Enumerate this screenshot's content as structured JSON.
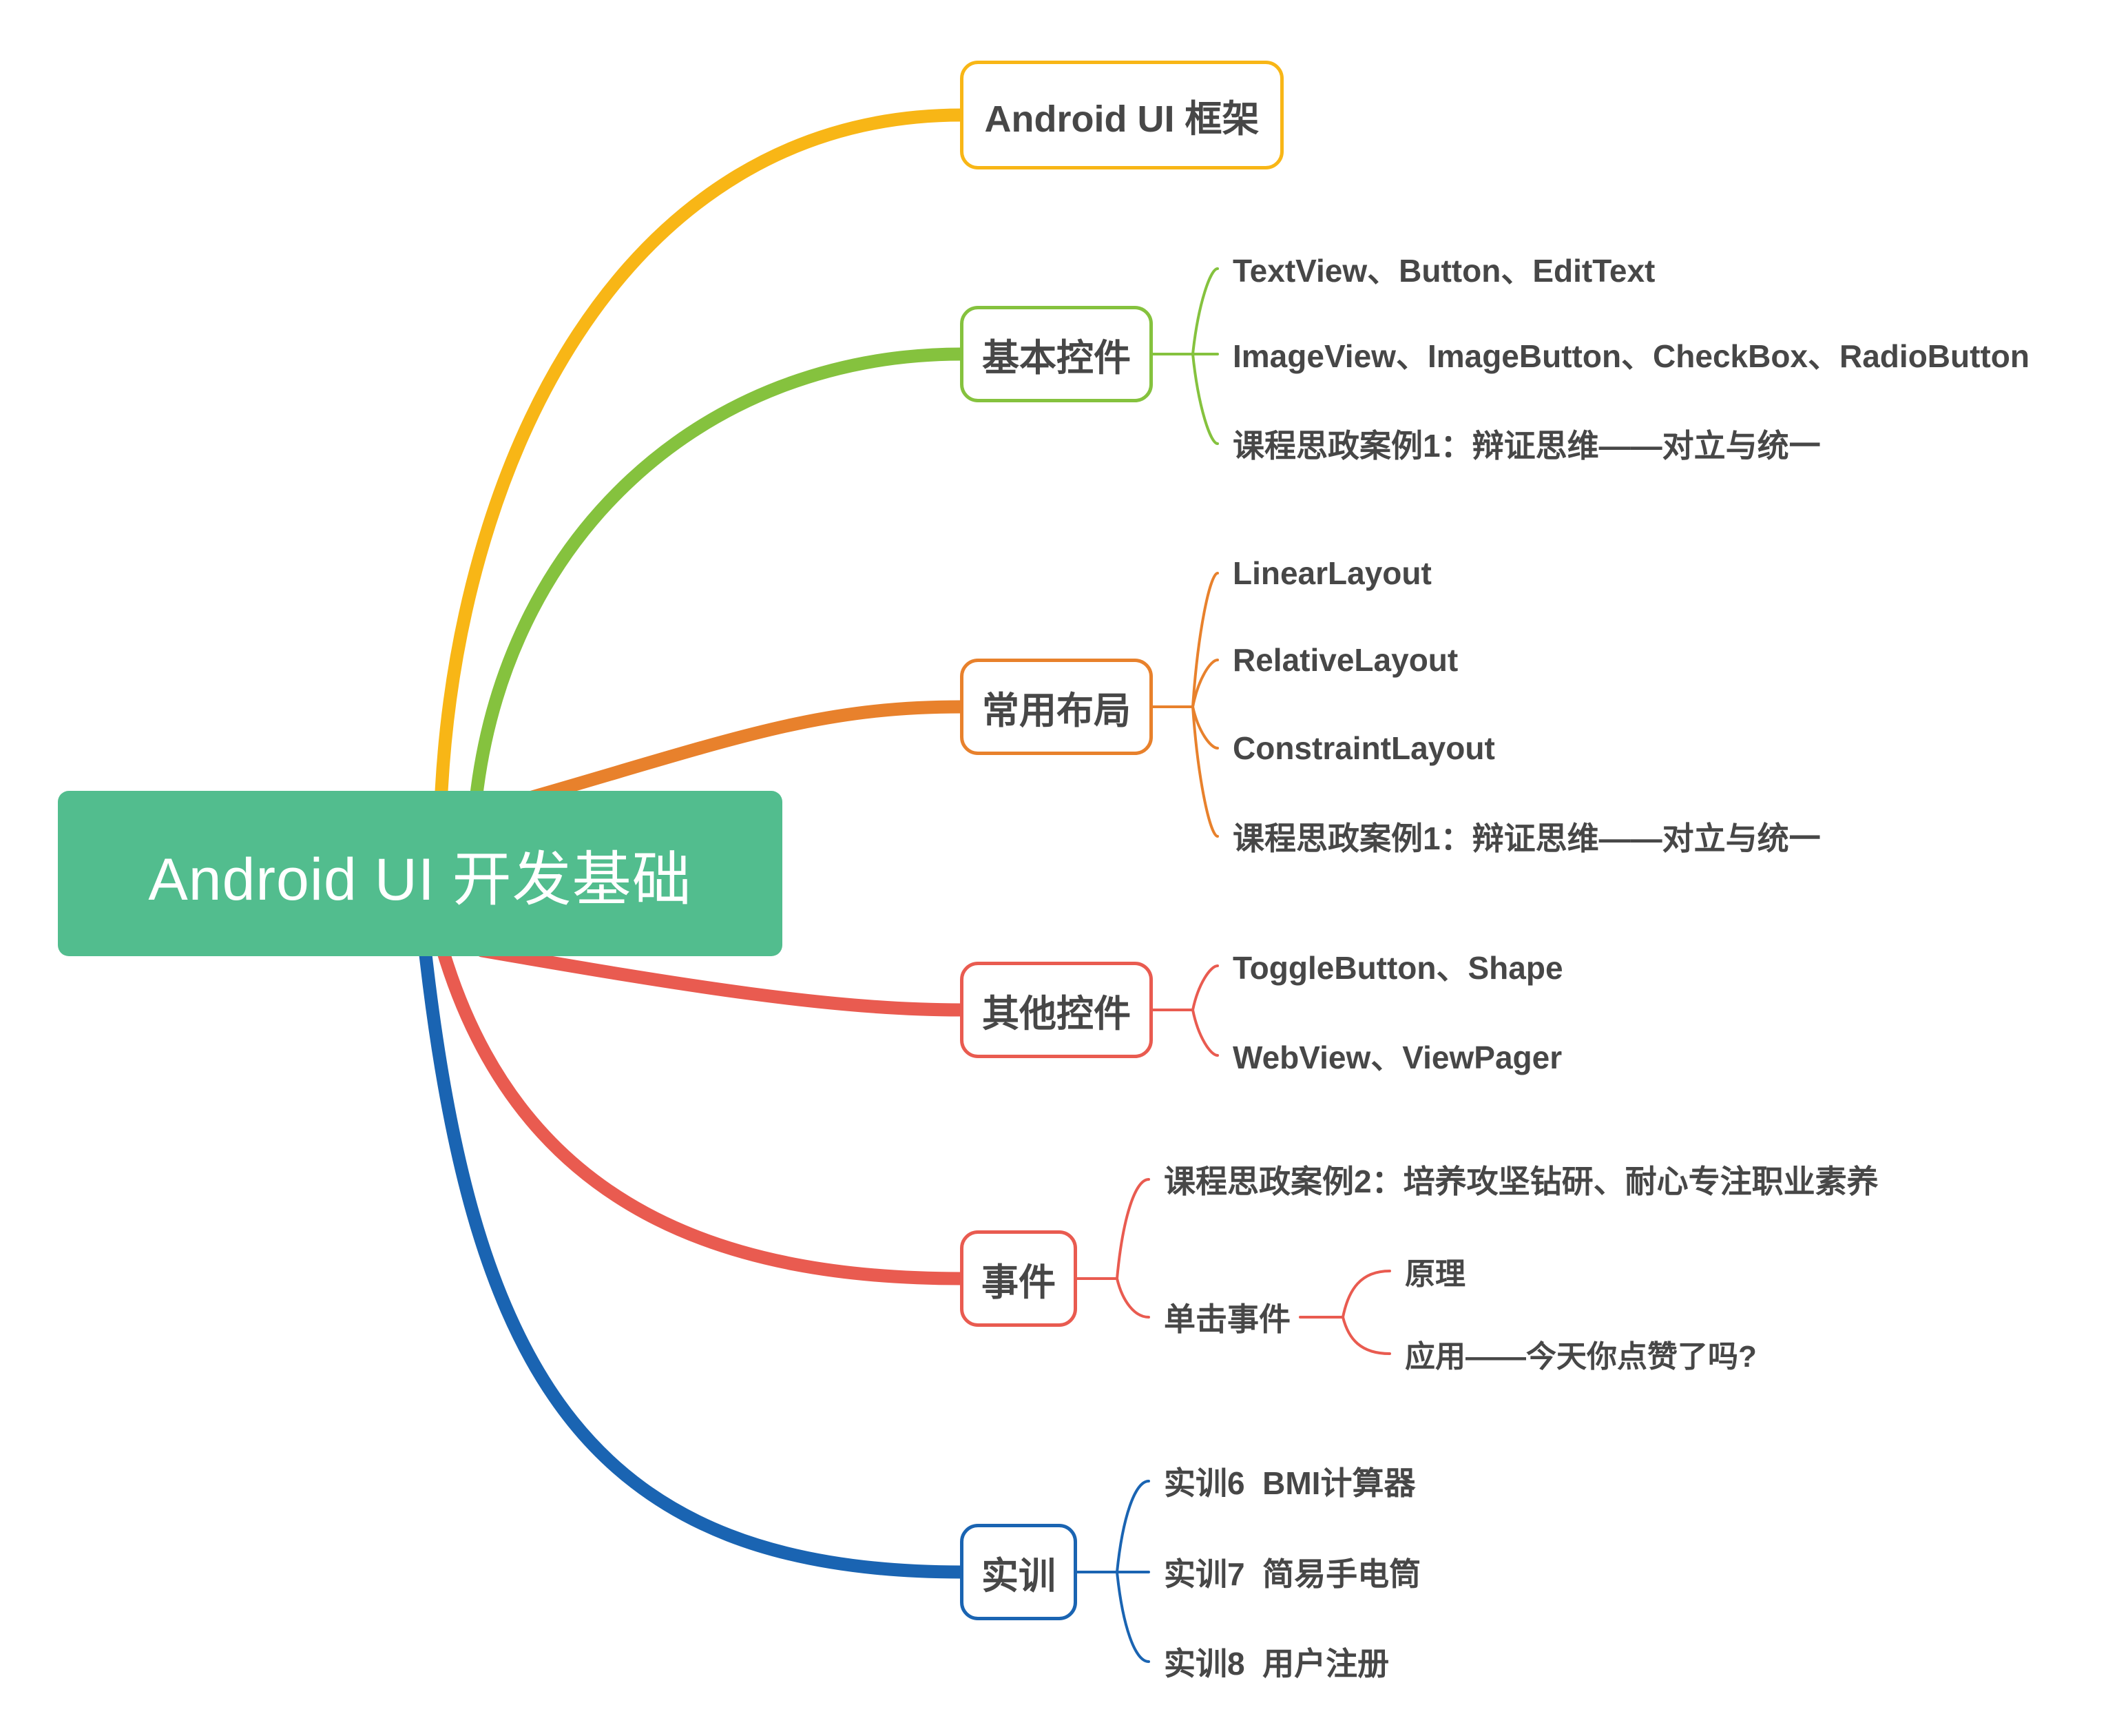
{
  "root": {
    "label": "Android UI 开发基础",
    "fill": "#52BD8E",
    "text_color": "#FFFFFF"
  },
  "branches": [
    {
      "label": "Android UI 框架",
      "color": "#F8B616",
      "children": []
    },
    {
      "label": "基本控件",
      "color": "#85C23E",
      "children": [
        {
          "label": "TextView、Button、EditText"
        },
        {
          "label": "ImageView、ImageButton、CheckBox、RadioButton"
        },
        {
          "label": "课程思政案例1：辩证思维——对立与统一"
        }
      ]
    },
    {
      "label": "常用布局",
      "color": "#E8812C",
      "children": [
        {
          "label": "LinearLayout"
        },
        {
          "label": "RelativeLayout"
        },
        {
          "label": "ConstraintLayout"
        },
        {
          "label": "课程思政案例1：辩证思维——对立与统一"
        }
      ]
    },
    {
      "label": "其他控件",
      "color": "#E95B50",
      "children": [
        {
          "label": "ToggleButton、Shape"
        },
        {
          "label": "WebView、ViewPager"
        }
      ]
    },
    {
      "label": "事件",
      "color": "#E95B50",
      "children": [
        {
          "label": "课程思政案例2：培养攻坚钻研、耐心专注职业素养"
        },
        {
          "label": "单击事件",
          "children": [
            {
              "label": "原理"
            },
            {
              "label": "应用——今天你点赞了吗?"
            }
          ]
        }
      ]
    },
    {
      "label": "实训",
      "color": "#1A64B2",
      "children": [
        {
          "label": "实训6  BMI计算器"
        },
        {
          "label": "实训7  简易手电筒"
        },
        {
          "label": "实训8  用户注册"
        }
      ]
    }
  ]
}
